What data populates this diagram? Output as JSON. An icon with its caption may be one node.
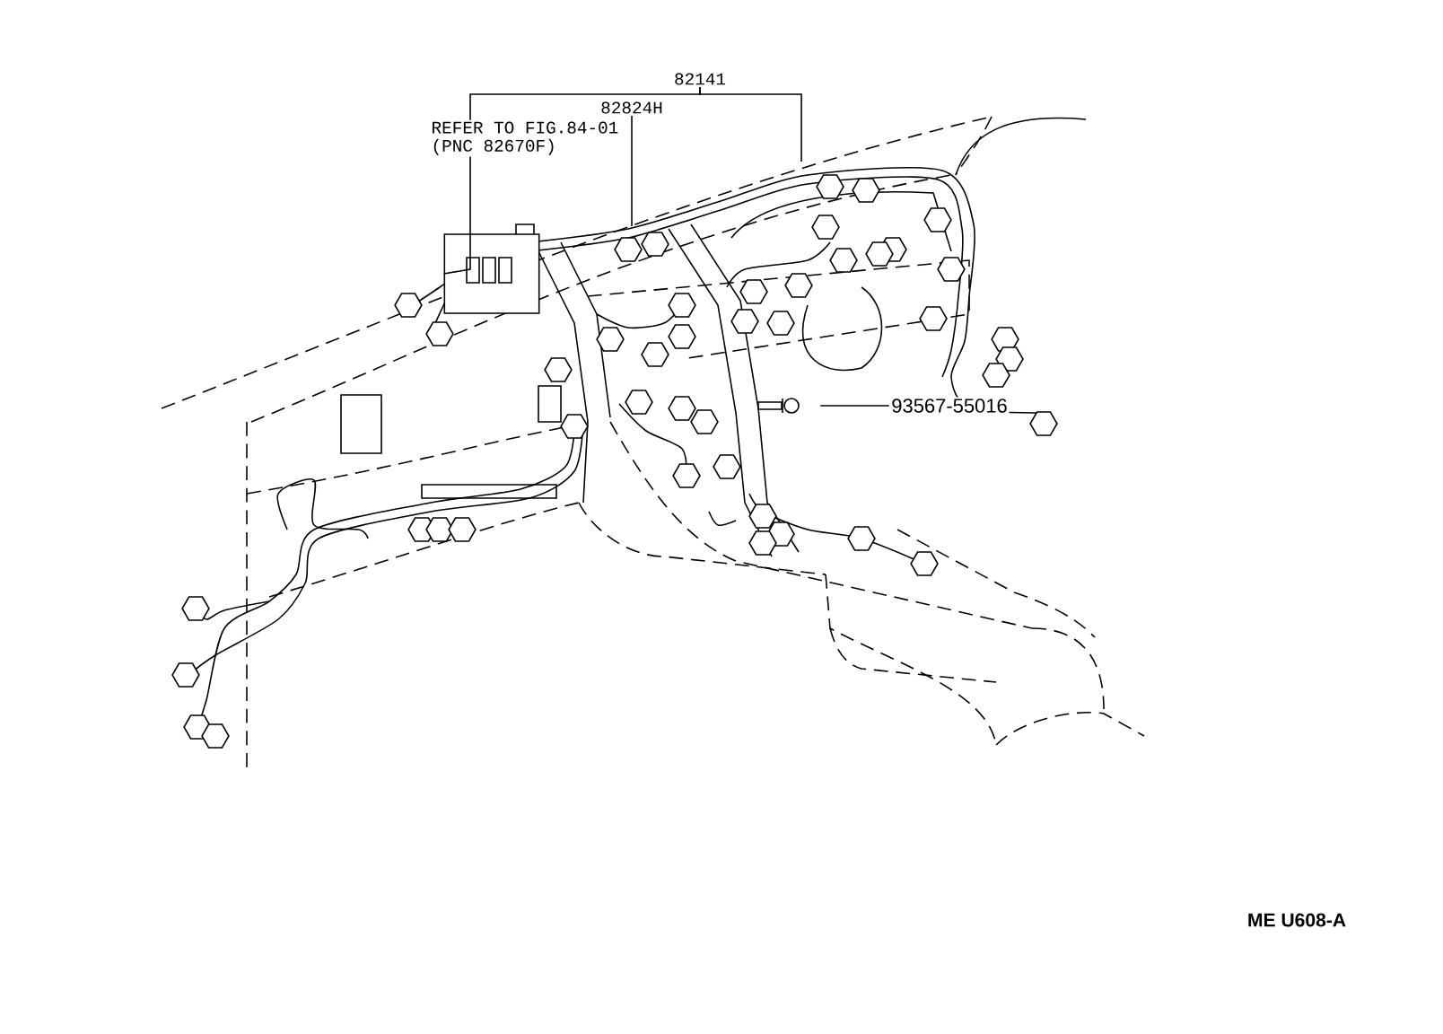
{
  "diagram": {
    "nodes": [
      {
        "text": [
          "82141"
        ]
      },
      {
        "text": [
          "82824H"
        ]
      },
      {
        "text": [
          "93567-55016"
        ]
      },
      {
        "text": [],
        "shape": "picture"
      },
      {
        "text": [],
        "shape": "picture"
      }
    ],
    "edges": [
      {
        "from": 0,
        "to": 3,
        "arrow": "none"
      },
      {
        "from": 0,
        "to": null,
        "arrow": "none"
      },
      {
        "from": 1,
        "to": null,
        "arrow": "none"
      },
      {
        "from": 2,
        "to": 4,
        "arrow": "none"
      }
    ],
    "labels": [
      "REFER TO FIG.84-01 (PNC 82670F)",
      "ME U608-A"
    ]
  }
}
